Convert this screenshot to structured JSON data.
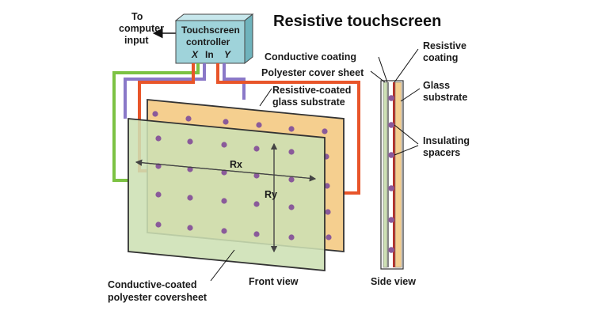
{
  "title": "Resistive touchscreen",
  "controller": {
    "line1": "Touchscreen",
    "line2": "controller",
    "x_label": "X",
    "in_label": "In",
    "y_label": "Y"
  },
  "output": {
    "line1": "To",
    "line2": "computer",
    "line3": "input"
  },
  "labels": {
    "resistive_glass_1": "Resistive-coated",
    "resistive_glass_2": "glass substrate",
    "rx": "Rx",
    "ry": "Ry",
    "front_view": "Front view",
    "side_view": "Side view",
    "conductive_sheet_1": "Conductive-coated",
    "conductive_sheet_2": "polyester coversheet",
    "conductive_coating": "Conductive coating",
    "polyester_cover": "Polyester cover sheet",
    "resistive_coating_1": "Resistive",
    "resistive_coating_2": "coating",
    "glass_substrate_1": "Glass",
    "glass_substrate_2": "substrate",
    "insulating_1": "Insulating",
    "insulating_2": "spacers"
  },
  "colors": {
    "glass": "#f5cf8f",
    "coversheet": "#cde0b4",
    "controller": "#9fd3da",
    "wire_green": "#7cc243",
    "wire_purple": "#8a78c8",
    "wire_orange": "#e8552a",
    "dot": "#8a5a9a",
    "side_red": "#b5322b"
  }
}
